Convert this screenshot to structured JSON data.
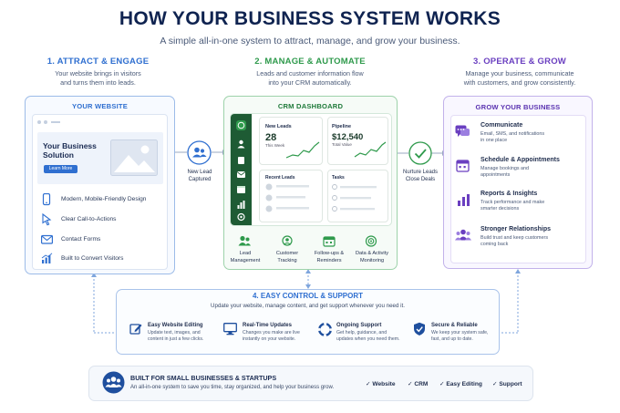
{
  "header": {
    "title": "HOW YOUR BUSINESS SYSTEM WORKS",
    "subtitle": "A simple all-in-one system to attract, manage, and grow your business."
  },
  "colors": {
    "blue": "#2f6fd0",
    "green": "#2f9a4c",
    "purple": "#6a3fc0",
    "navy": "#0f2350"
  },
  "steps": [
    {
      "title": "1. ATTRACT & ENGAGE",
      "desc_line1": "Your website brings in visitors",
      "desc_line2": "and turns them into leads."
    },
    {
      "title": "2. MANAGE & AUTOMATE",
      "desc_line1": "Leads and customer information flow",
      "desc_line2": "into your CRM automatically."
    },
    {
      "title": "3. OPERATE & GROW",
      "desc_line1": "Manage your business, communicate",
      "desc_line2": "with customers, and grow consistently."
    }
  ],
  "website": {
    "panel_title": "YOUR WEBSITE",
    "hero_line1": "Your Business",
    "hero_line2": "Solution",
    "hero_button": "Learn More",
    "features": [
      {
        "icon": "mobile-icon",
        "label": "Modern, Mobile-Friendly Design"
      },
      {
        "icon": "cursor-icon",
        "label": "Clear Call-to-Actions"
      },
      {
        "icon": "mail-icon",
        "label": "Contact Forms"
      },
      {
        "icon": "bar-chart-icon",
        "label": "Built to Convert Visitors"
      }
    ]
  },
  "connectors": {
    "left_line1": "New Lead",
    "left_line2": "Captured",
    "right_line1": "Nurture Leads",
    "right_line2": "Close Deals"
  },
  "crm": {
    "panel_title": "CRM DASHBOARD",
    "new_leads_label": "New Leads",
    "new_leads_value": "28",
    "new_leads_period": "This Week",
    "pipeline_label": "Pipeline",
    "pipeline_value": "$12,540",
    "pipeline_caption": "Total Value",
    "recent_leads_label": "Recent Leads",
    "tasks_label": "Tasks",
    "bottom_items": [
      {
        "icon": "users-icon",
        "line1": "Lead",
        "line2": "Management"
      },
      {
        "icon": "customer-icon",
        "line1": "Customer",
        "line2": "Tracking"
      },
      {
        "icon": "calendar-icon",
        "line1": "Follow-ups &",
        "line2": "Reminders"
      },
      {
        "icon": "target-icon",
        "line1": "Data & Activity",
        "line2": "Monitoring"
      }
    ]
  },
  "grow": {
    "panel_title": "GROW YOUR BUSINESS",
    "items": [
      {
        "icon": "chat-icon",
        "title": "Communicate",
        "line1": "Email, SMS, and notifications",
        "line2": "in one place"
      },
      {
        "icon": "calendar-icon",
        "title": "Schedule & Appointments",
        "line1": "Manage bookings and",
        "line2": "appointments"
      },
      {
        "icon": "bar-chart-icon",
        "title": "Reports & Insights",
        "line1": "Track performance and make",
        "line2": "smarter decisions"
      },
      {
        "icon": "users-icon",
        "title": "Stronger Relationships",
        "line1": "Build trust and keep customers",
        "line2": "coming back"
      }
    ]
  },
  "control": {
    "title": "4. EASY CONTROL & SUPPORT",
    "desc": "Update your website, manage content, and get support whenever you need it.",
    "items": [
      {
        "icon": "edit-icon",
        "title": "Easy Website Editing",
        "line1": "Update text, images, and",
        "line2": "content in just a few clicks."
      },
      {
        "icon": "monitor-icon",
        "title": "Real-Time Updates",
        "line1": "Changes you make are live",
        "line2": "instantly on your website."
      },
      {
        "icon": "lifebuoy-icon",
        "title": "Ongoing Support",
        "line1": "Get help, guidance, and",
        "line2": "updates when you need them."
      },
      {
        "icon": "shield-icon",
        "title": "Secure & Reliable",
        "line1": "We keep your system safe,",
        "line2": "fast, and up to date."
      }
    ]
  },
  "footer": {
    "title": "BUILT FOR SMALL BUSINESSES & STARTUPS",
    "desc": "An all-in-one system to save you time, stay organized, and help your business grow.",
    "checks": [
      "Website",
      "CRM",
      "Easy Editing",
      "Support"
    ]
  }
}
